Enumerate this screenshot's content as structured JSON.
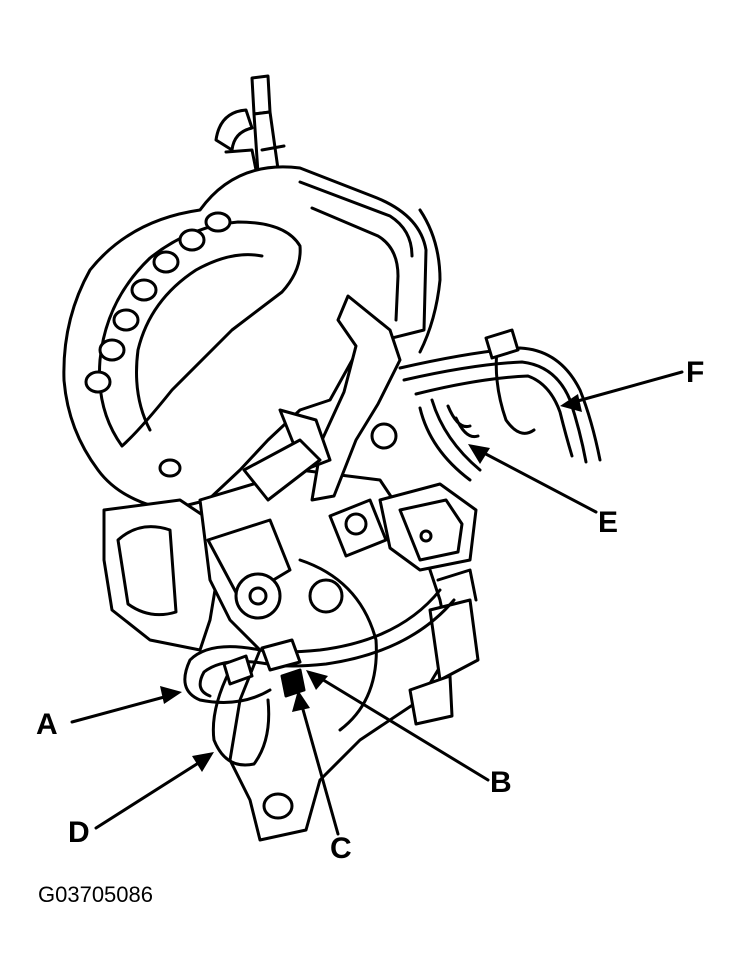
{
  "labels": {
    "a": "A",
    "b": "B",
    "c": "C",
    "d": "D",
    "e": "E",
    "f": "F"
  },
  "figure_code": "G03705086",
  "colors": {
    "ink": "#000000",
    "paper": "#ffffff"
  }
}
